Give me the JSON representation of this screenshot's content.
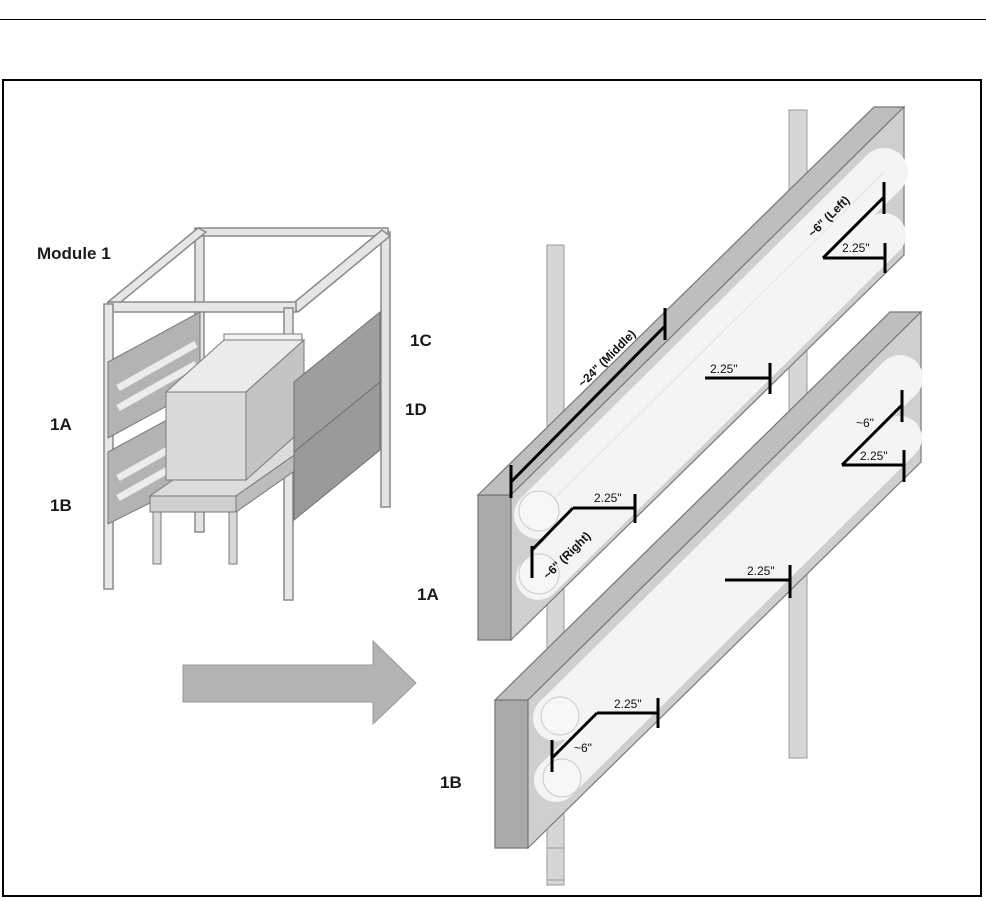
{
  "module": {
    "title": "Module 1"
  },
  "labels": {
    "a": "1A",
    "b": "1B",
    "c": "1C",
    "d": "1D"
  },
  "detail_labels": {
    "a": "1A",
    "b": "1B"
  },
  "measurements": {
    "middle": "~24\" (Middle)",
    "left": "~6\" (Left)",
    "right": "~6\" (Right)",
    "a_top_gap": "2.25\"",
    "a_mid_gap": "2.25\"",
    "a_bottom_gap": "2.25\"",
    "b_top_six": "~6\"",
    "b_top_gap": "2.25\"",
    "b_mid_gap": "2.25\"",
    "b_bottom_six": "~6\"",
    "b_bottom_gap": "2.25\""
  },
  "colors": {
    "board_face": "#cfcfcf",
    "board_side": "#a9a9a9",
    "slot": "#f4f4f4",
    "pole": "#d6d6d6",
    "arrow": "#b3b3b3",
    "dimension": "#000000"
  }
}
